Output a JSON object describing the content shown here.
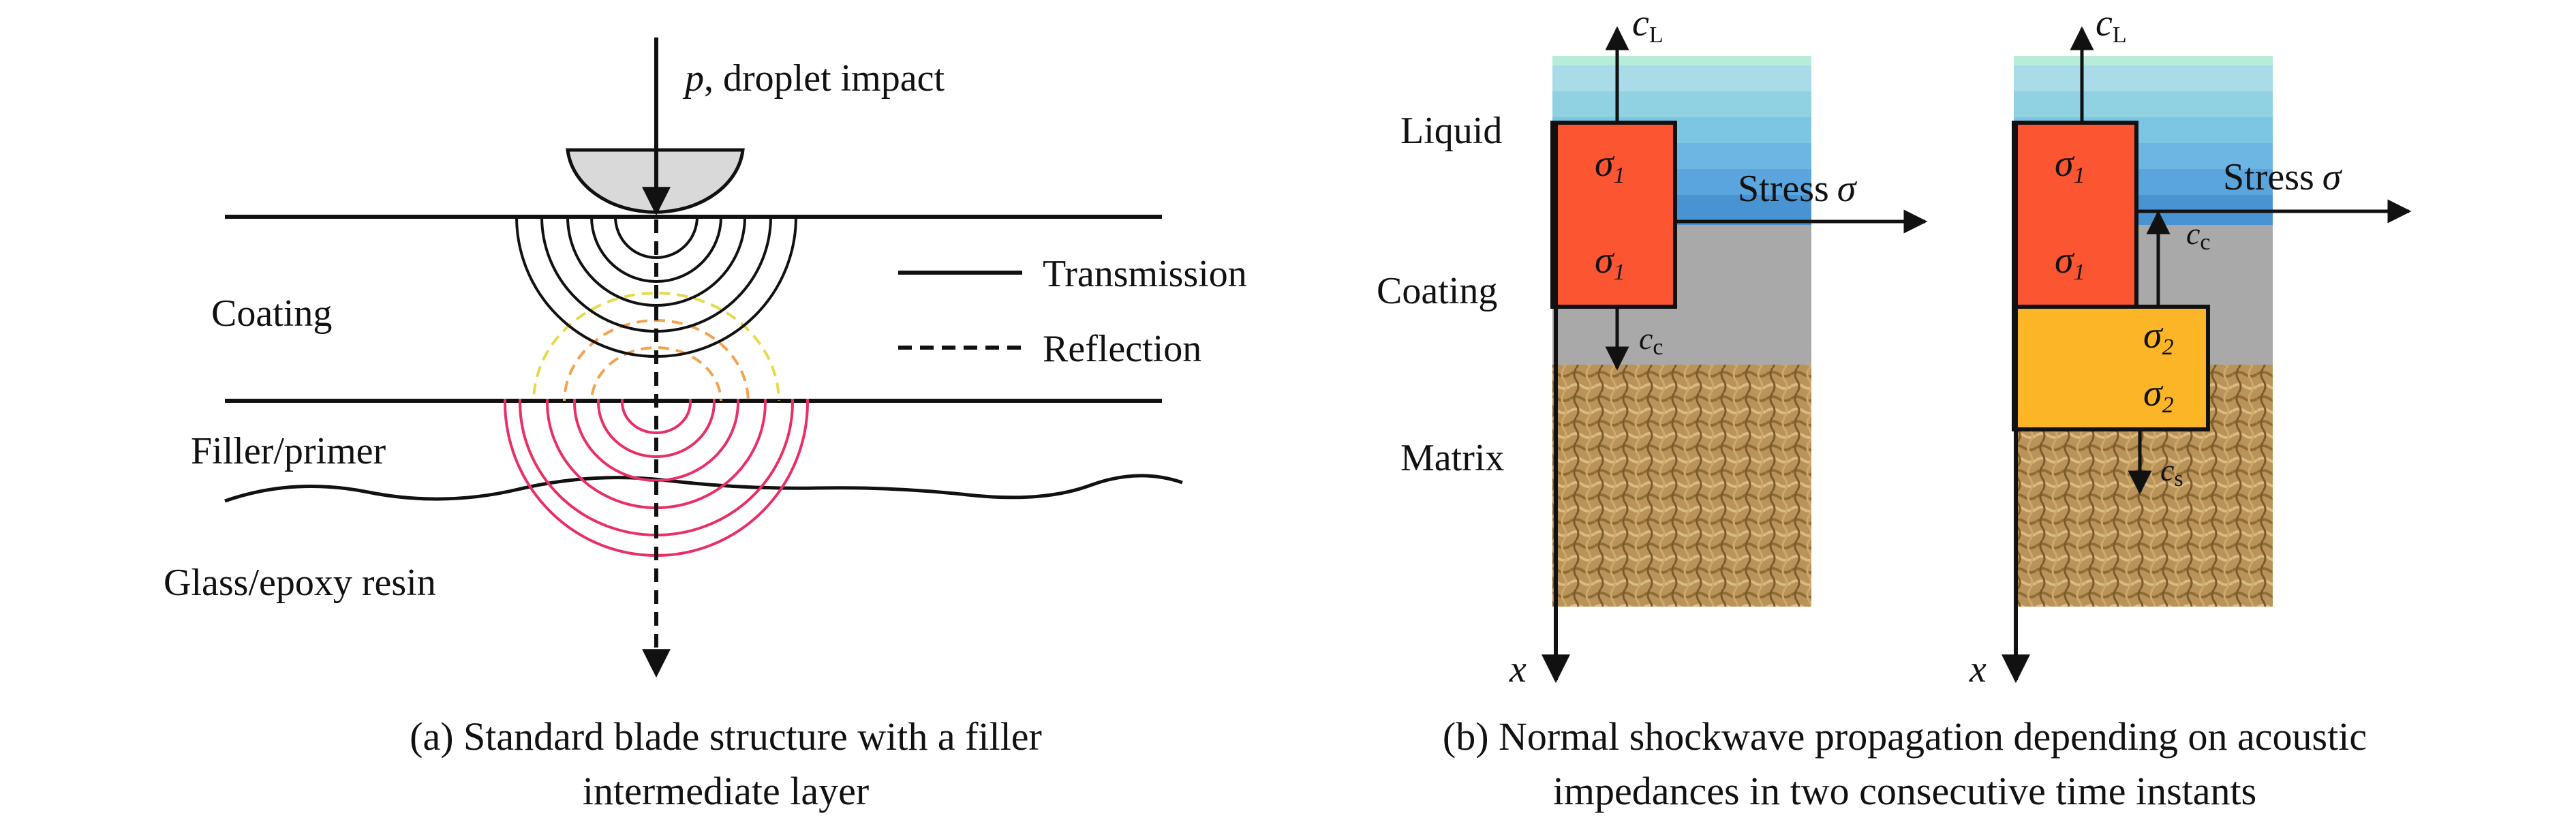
{
  "panel_a": {
    "arrow_label": ", droplet impact",
    "arrow_label_var": "p",
    "layers": {
      "coating": "Coating",
      "filler": "Filler/primer",
      "substrate": "Glass/epoxy resin"
    },
    "legend": {
      "transmission": "Transmission",
      "reflection": "Reflection"
    },
    "caption_line1": "(a) Standard blade structure with a filler",
    "caption_line2": "intermediate layer"
  },
  "panel_b": {
    "layers": {
      "liquid": "Liquid",
      "coating": "Coating",
      "matrix": "Matrix"
    },
    "stress_label": "Stress",
    "stress_symbol": "σ",
    "sigma": "σ",
    "sub_1": "1",
    "sub_2": "2",
    "speed_symbol": "c",
    "speed_sub_liquid": "L",
    "speed_sub_coating": "c",
    "speed_sub_substrate": "s",
    "axis_label": "x",
    "caption_line1": "(b) Normal shockwave propagation depending on acoustic",
    "caption_line2": "impedances in two consecutive time instants"
  },
  "colors": {
    "liquid_gradient": [
      "#b7ecd8",
      "#a9dce8",
      "#90d2e2",
      "#7cc6e4",
      "#6bb6e3",
      "#5aa5de",
      "#4a93d2"
    ],
    "coating_gray": "#a9a9a9",
    "matrix_tan": "#b99359",
    "sigma1_box": "#fb5531",
    "sigma2_box": "#fbb527",
    "transmission_black": "#111111",
    "reflection_yellow": "#e6d94a",
    "reflection_orange": "#f3a24e",
    "filler_pink": "#ea2e66"
  }
}
